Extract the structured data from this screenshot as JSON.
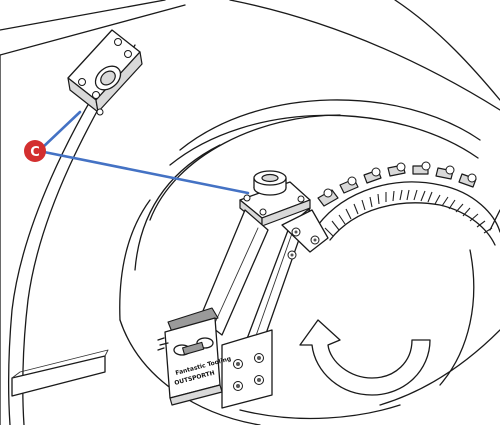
{
  "callout": {
    "letter": "C",
    "fill_color": "#d32f2f",
    "text_color": "#ffffff",
    "leader_color": "#4472c4"
  },
  "mount_label": {
    "brand": "OUTSPORTH",
    "small_text": "Fantastic Tooling"
  },
  "icons": {
    "callout": "callout-circle-icon",
    "rotation": "rotation-arrow-icon"
  }
}
